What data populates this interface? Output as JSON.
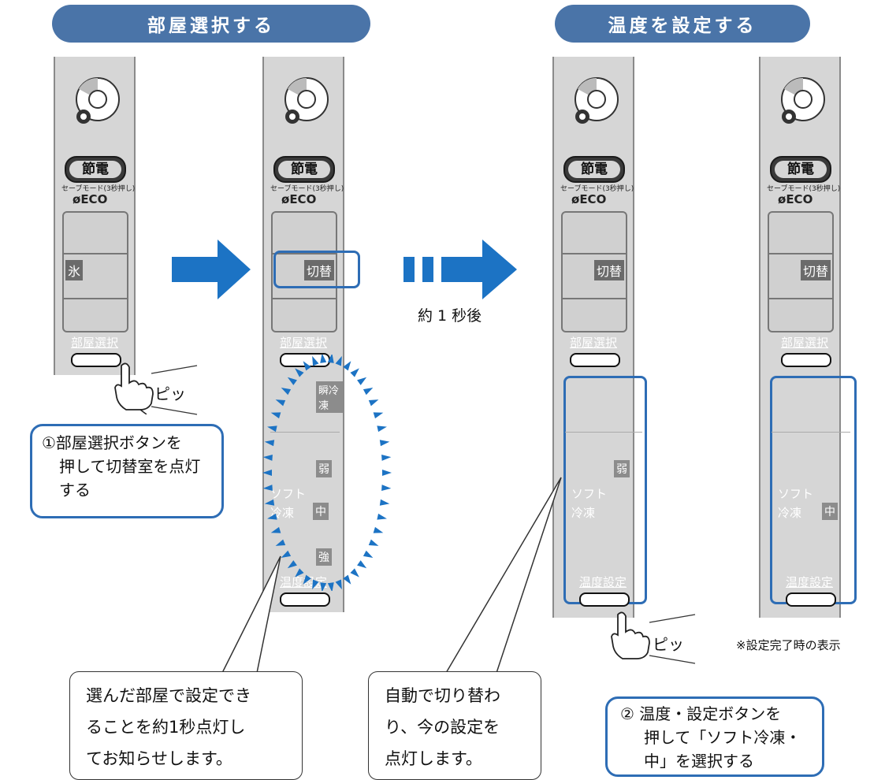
{
  "headers": {
    "select_room": "部屋選択する",
    "set_temp": "温度を設定する"
  },
  "panel": {
    "setuden": "節電",
    "save_mode": "セーブモード(3秒押し)",
    "eco": "ECO",
    "room_select": "部屋選択",
    "temp_setting": "温度設定",
    "ice_tag": "氷",
    "switch_tag": "切替",
    "instant_freeze": "瞬冷凍",
    "soft": "ソフト",
    "freeze": "冷凍",
    "weak": "弱",
    "medium": "中",
    "strong": "強"
  },
  "after_label": "約 1 秒後",
  "beep": "ピッ",
  "callouts": {
    "step1_lines": [
      "①部屋選択ボタンを",
      "押して切替室を点灯",
      "する"
    ],
    "step2_lines": [
      "② 温度・設定ボタンを",
      "押して「ソフト冷凍・",
      "中」を選択する"
    ]
  },
  "notes": {
    "note1_lines": [
      "選んだ部屋で設定でき",
      "ることを約1秒点灯し",
      "てお知らせします。"
    ],
    "note2_lines": [
      "自動で切り替わ",
      "り、今の設定を",
      "点灯します。"
    ]
  },
  "completion_note": "※設定完了時の表示",
  "colors": {
    "banner": "#4a74a8",
    "arrow": "#1c73c4",
    "callout_border": "#2e6db5",
    "panel_bg": "#d6d6d6"
  }
}
